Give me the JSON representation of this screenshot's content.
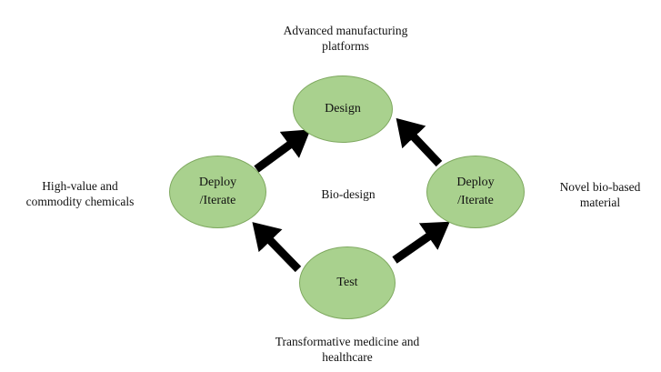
{
  "diagram": {
    "center_label": "Bio-design",
    "nodes": {
      "top": {
        "lines": [
          "Design"
        ]
      },
      "left": {
        "lines": [
          "Deploy",
          "/Iterate"
        ]
      },
      "right": {
        "lines": [
          "Deploy",
          "/Iterate"
        ]
      },
      "bottom": {
        "lines": [
          "Test"
        ]
      }
    },
    "captions": {
      "top": [
        "Advanced manufacturing",
        "platforms"
      ],
      "left": [
        "High-value and",
        "commodity chemicals"
      ],
      "right": [
        "Novel bio-based",
        "material"
      ],
      "bottom": [
        "Transformative medicine and",
        "healthcare"
      ]
    },
    "colors": {
      "node_fill": "#a9d18e",
      "node_border": "#7ea85f",
      "arrow": "#000000"
    }
  }
}
